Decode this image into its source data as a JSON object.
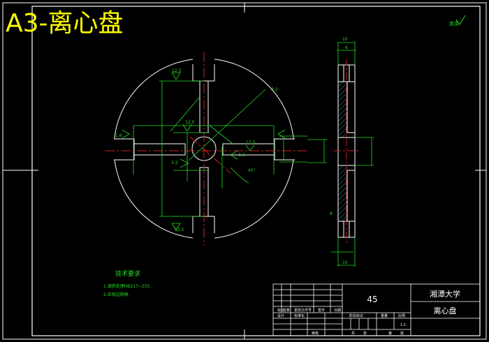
{
  "title": "A3-离心盘",
  "colors": {
    "background": "#000000",
    "outline": "#ffffff",
    "dimension": "#22dd22",
    "centerline": "#cc2222",
    "hatch": "#44cccc",
    "title": "#ffff00"
  },
  "roughness_mark": "12.5",
  "corner_roughness": "其余",
  "tech_requirements": {
    "heading": "技术要求",
    "items": [
      "1.调质处理HB217~255.",
      "2.去锐边倒角."
    ]
  },
  "title_block": {
    "material": "45",
    "school": "湘潭大学",
    "part_name": "离心盘",
    "headers": [
      "标记",
      "处数",
      "更改文件号",
      "签字",
      "日期"
    ],
    "row2": [
      "设计",
      "标准化"
    ],
    "stage_labels": [
      "阶段标记",
      "重量",
      "比例"
    ],
    "scale": "1:1",
    "bottom": [
      "审核",
      "共",
      "张",
      "第",
      "张"
    ]
  },
  "dimensions": [
    "12.5",
    "12.5",
    "12.5",
    "12.5",
    "3.2",
    "3.2",
    "3.2",
    "1.6",
    "45°",
    "10",
    "6",
    "10",
    "8"
  ]
}
